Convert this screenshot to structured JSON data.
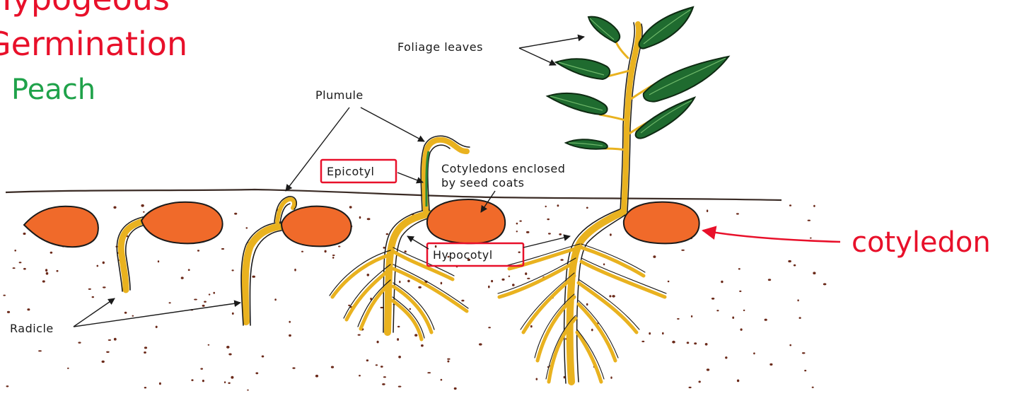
{
  "title": {
    "line1": "Hypogeous",
    "line2": "Germination"
  },
  "example": "Peach",
  "labels": {
    "foliage_leaves": "Foliage leaves",
    "plumule": "Plumule",
    "epicotyl": "Epicotyl",
    "cotyledons_enclosed_line1": "Cotyledons enclosed",
    "cotyledons_enclosed_line2": "by seed coats",
    "hypocotyl": "Hypocotyl",
    "radicle": "Radicle",
    "cotyledon": "cotyledon"
  },
  "colors": {
    "title": "#e8102a",
    "example": "#1fa24a",
    "seed": "#f06a2a",
    "root": "#e9b21f",
    "leaf": "#1f6b2f",
    "soil_dots": "#6b2a1a",
    "box_outline": "#e8102a"
  }
}
